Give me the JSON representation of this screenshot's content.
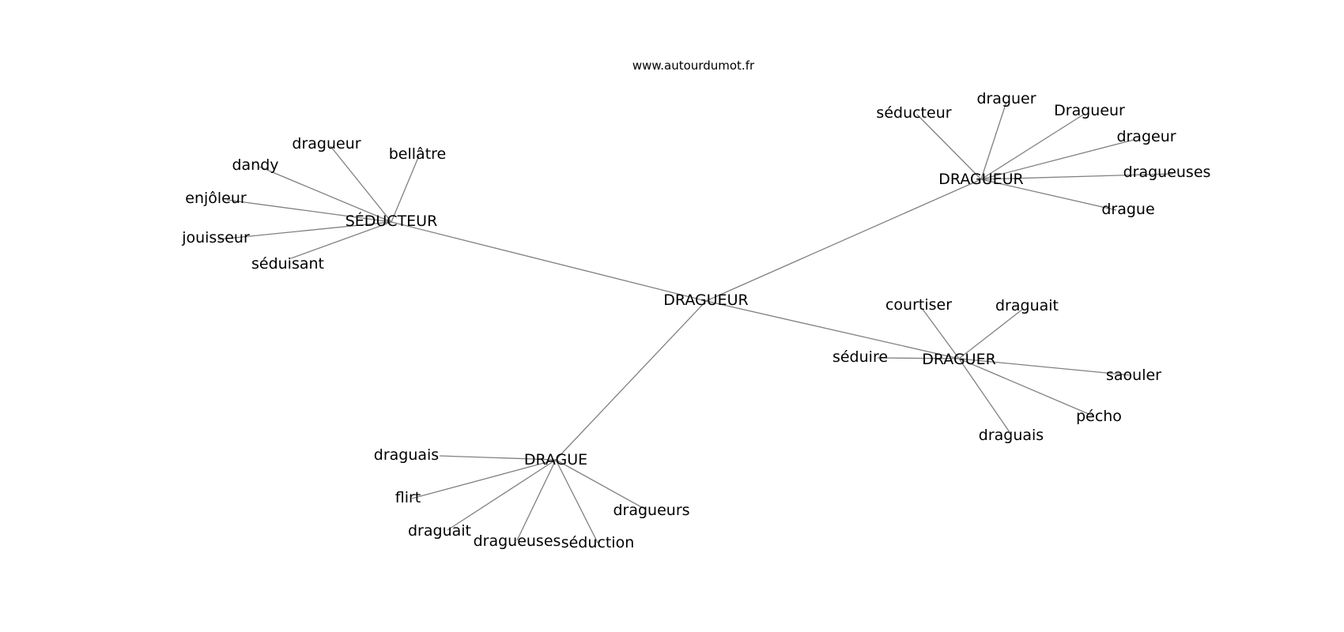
{
  "site": "www.autourdumot.fr",
  "center": "DRAGUEUR",
  "clusters": [
    {
      "id": "seducteur",
      "label": "SÉDUCTEUR",
      "leaves": [
        "dragueur",
        "bellâtre",
        "dandy",
        "enjôleur",
        "jouisseur",
        "séduisant"
      ]
    },
    {
      "id": "dragueur",
      "label": "DRAGUEUR",
      "leaves": [
        "séducteur",
        "draguer",
        "Dragueur",
        "drageur",
        "dragueuses",
        "drague"
      ]
    },
    {
      "id": "draguer",
      "label": "DRAGUER",
      "leaves": [
        "courtiser",
        "draguait",
        "séduire",
        "saouler",
        "pécho",
        "draguais"
      ]
    },
    {
      "id": "drague",
      "label": "DRAGUE",
      "leaves": [
        "draguais",
        "flirt",
        "draguait",
        "dragueuses",
        "séduction",
        "dragueurs"
      ]
    }
  ],
  "colors": {
    "edge": "#808080",
    "text": "#000000",
    "background": "#ffffff"
  }
}
